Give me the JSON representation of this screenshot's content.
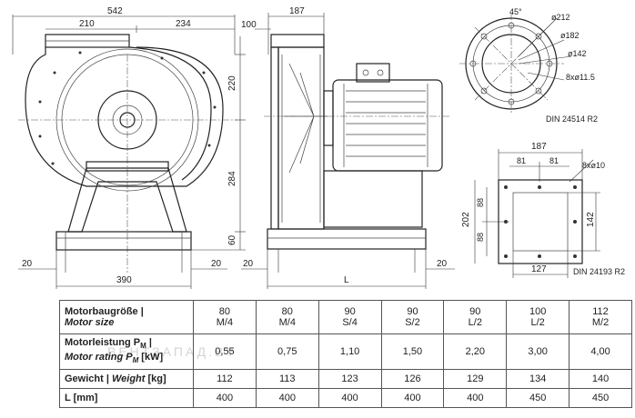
{
  "dims_front": {
    "width": "542",
    "left": "210",
    "right": "234",
    "upper_h": "220",
    "lower_h": "284",
    "base_h": "60",
    "bolt_l": "20",
    "bolt_r": "20",
    "base_w": "390"
  },
  "dims_side": {
    "width": "187",
    "offset": "100",
    "side_l": "20",
    "side_r": "20",
    "length": "L"
  },
  "flange_round": {
    "angle": "45°",
    "d1": "ø212",
    "d2": "ø182",
    "d3": "ø142",
    "holes": "8xø11.5",
    "standard": "DIN 24514 R2"
  },
  "flange_square": {
    "w": "187",
    "hw1": "81",
    "hw2": "81",
    "holes": "8xø10",
    "h_total": "202",
    "h1": "88",
    "h2": "88",
    "inner_h": "142",
    "inner_w": "127",
    "standard": "DIN 24193 R2"
  },
  "watermark": "ВЕНТЗАПАД.BY",
  "table": {
    "rows": [
      {
        "label": "Motorbaugröße |",
        "label_en": "Motor size",
        "cells": [
          [
            "80",
            "M/4"
          ],
          [
            "80",
            "M/4"
          ],
          [
            "90",
            "S/4"
          ],
          [
            "90",
            "S/2"
          ],
          [
            "90",
            "L/2"
          ],
          [
            "100",
            "L/2"
          ],
          [
            "112",
            "M/2"
          ]
        ]
      },
      {
        "label": "Motorleistung P",
        "label_sub": "M",
        "label_mid": " |",
        "label_en": "Motor rating P",
        "label_en_tail": " [kW]",
        "cells": [
          "0,55",
          "0,75",
          "1,10",
          "1,50",
          "2,20",
          "3,00",
          "4,00"
        ]
      },
      {
        "label": "Gewicht |",
        "label_en": "Weight",
        "label_en_tail": " [kg]",
        "cells": [
          "112",
          "113",
          "123",
          "126",
          "129",
          "134",
          "140"
        ]
      },
      {
        "label": "L [mm]",
        "cells": [
          "400",
          "400",
          "400",
          "400",
          "400",
          "450",
          "450"
        ]
      }
    ]
  }
}
